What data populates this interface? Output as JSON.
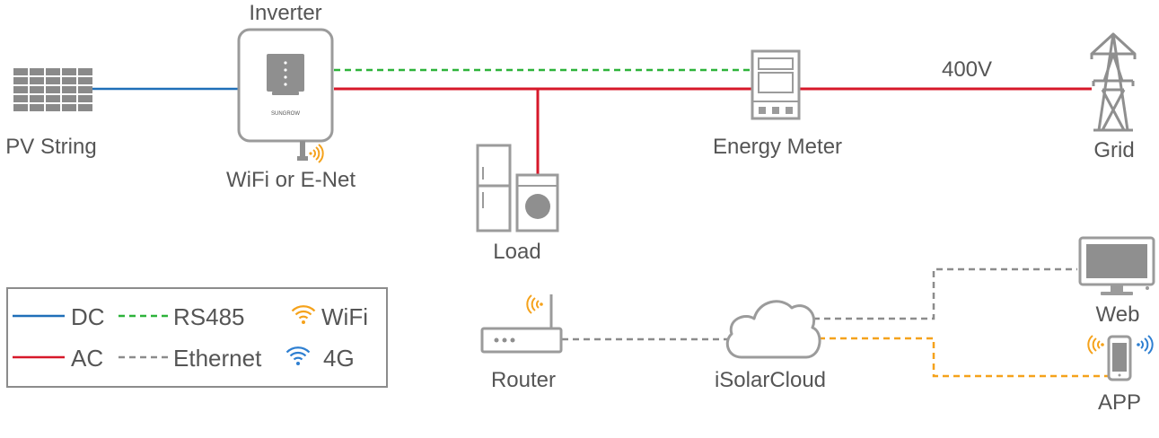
{
  "labels": {
    "inverter": "Inverter",
    "pv_string": "PV String",
    "wifi_or_enet": "WiFi or E-Net",
    "load": "Load",
    "energy_meter": "Energy Meter",
    "voltage": "400V",
    "grid": "Grid",
    "router": "Router",
    "cloud": "iSolarCloud",
    "web": "Web",
    "app": "APP",
    "inverter_brand": "SUNGROW"
  },
  "legend": {
    "dc": "DC",
    "rs485": "RS485",
    "wifi": "WiFi",
    "ac": "AC",
    "ethernet": "Ethernet",
    "g4": "4G"
  },
  "colors": {
    "dc": "#1f6fb8",
    "ac": "#d7182a",
    "rs485": "#2db33a",
    "ethernet": "#8c8c8c",
    "wifi": "#f5a21b",
    "g4": "#2e7fd1",
    "device": "#9b9b9b"
  },
  "icons": [
    "solar-panel-icon",
    "inverter-icon",
    "wifi-dongle-icon",
    "refrigerator-icon",
    "washing-machine-icon",
    "energy-meter-icon",
    "transmission-tower-icon",
    "router-icon",
    "cloud-icon",
    "monitor-icon",
    "smartphone-icon",
    "wifi-signal-icon",
    "4g-signal-icon"
  ]
}
